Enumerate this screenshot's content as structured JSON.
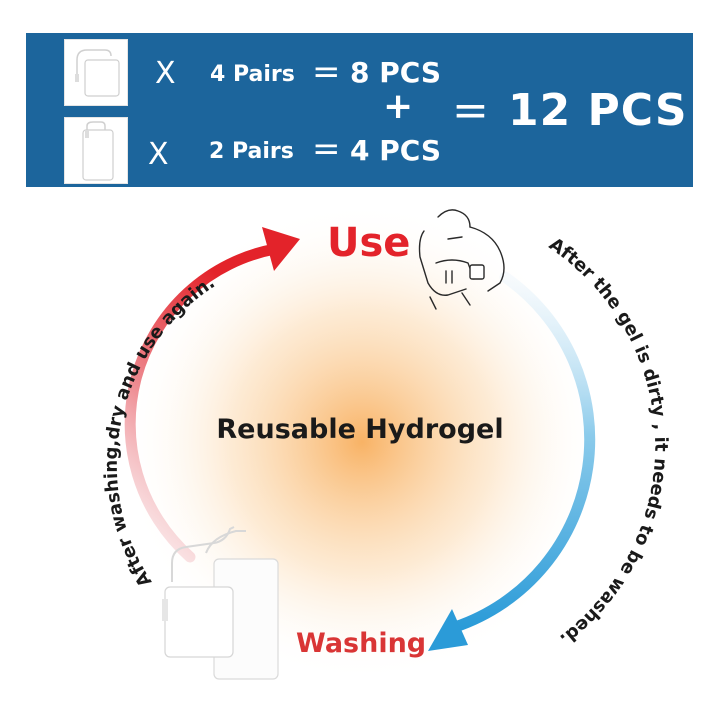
{
  "banner": {
    "row1": {
      "multiplier": "X",
      "pairs": "4 Pairs",
      "equals": "=",
      "result": "8 PCS"
    },
    "row2": {
      "multiplier": "X",
      "pairs": "2 Pairs",
      "equals": "=",
      "result": "4 PCS"
    },
    "plus": "+",
    "total_equals": "=",
    "total": "12 PCS",
    "background_color": "#1c659c"
  },
  "cycle": {
    "use_label": "Use",
    "center_label": "Reusable Hydrogel",
    "washing_label": "Washing",
    "left_caption": "After washing,dry and use again.",
    "right_caption": "After the gel is dirty , it needs to be washed.",
    "left_arrow_color": "#e3232a",
    "right_arrow_color": "#3aa4dc",
    "glow_color": "#f7a54a"
  }
}
